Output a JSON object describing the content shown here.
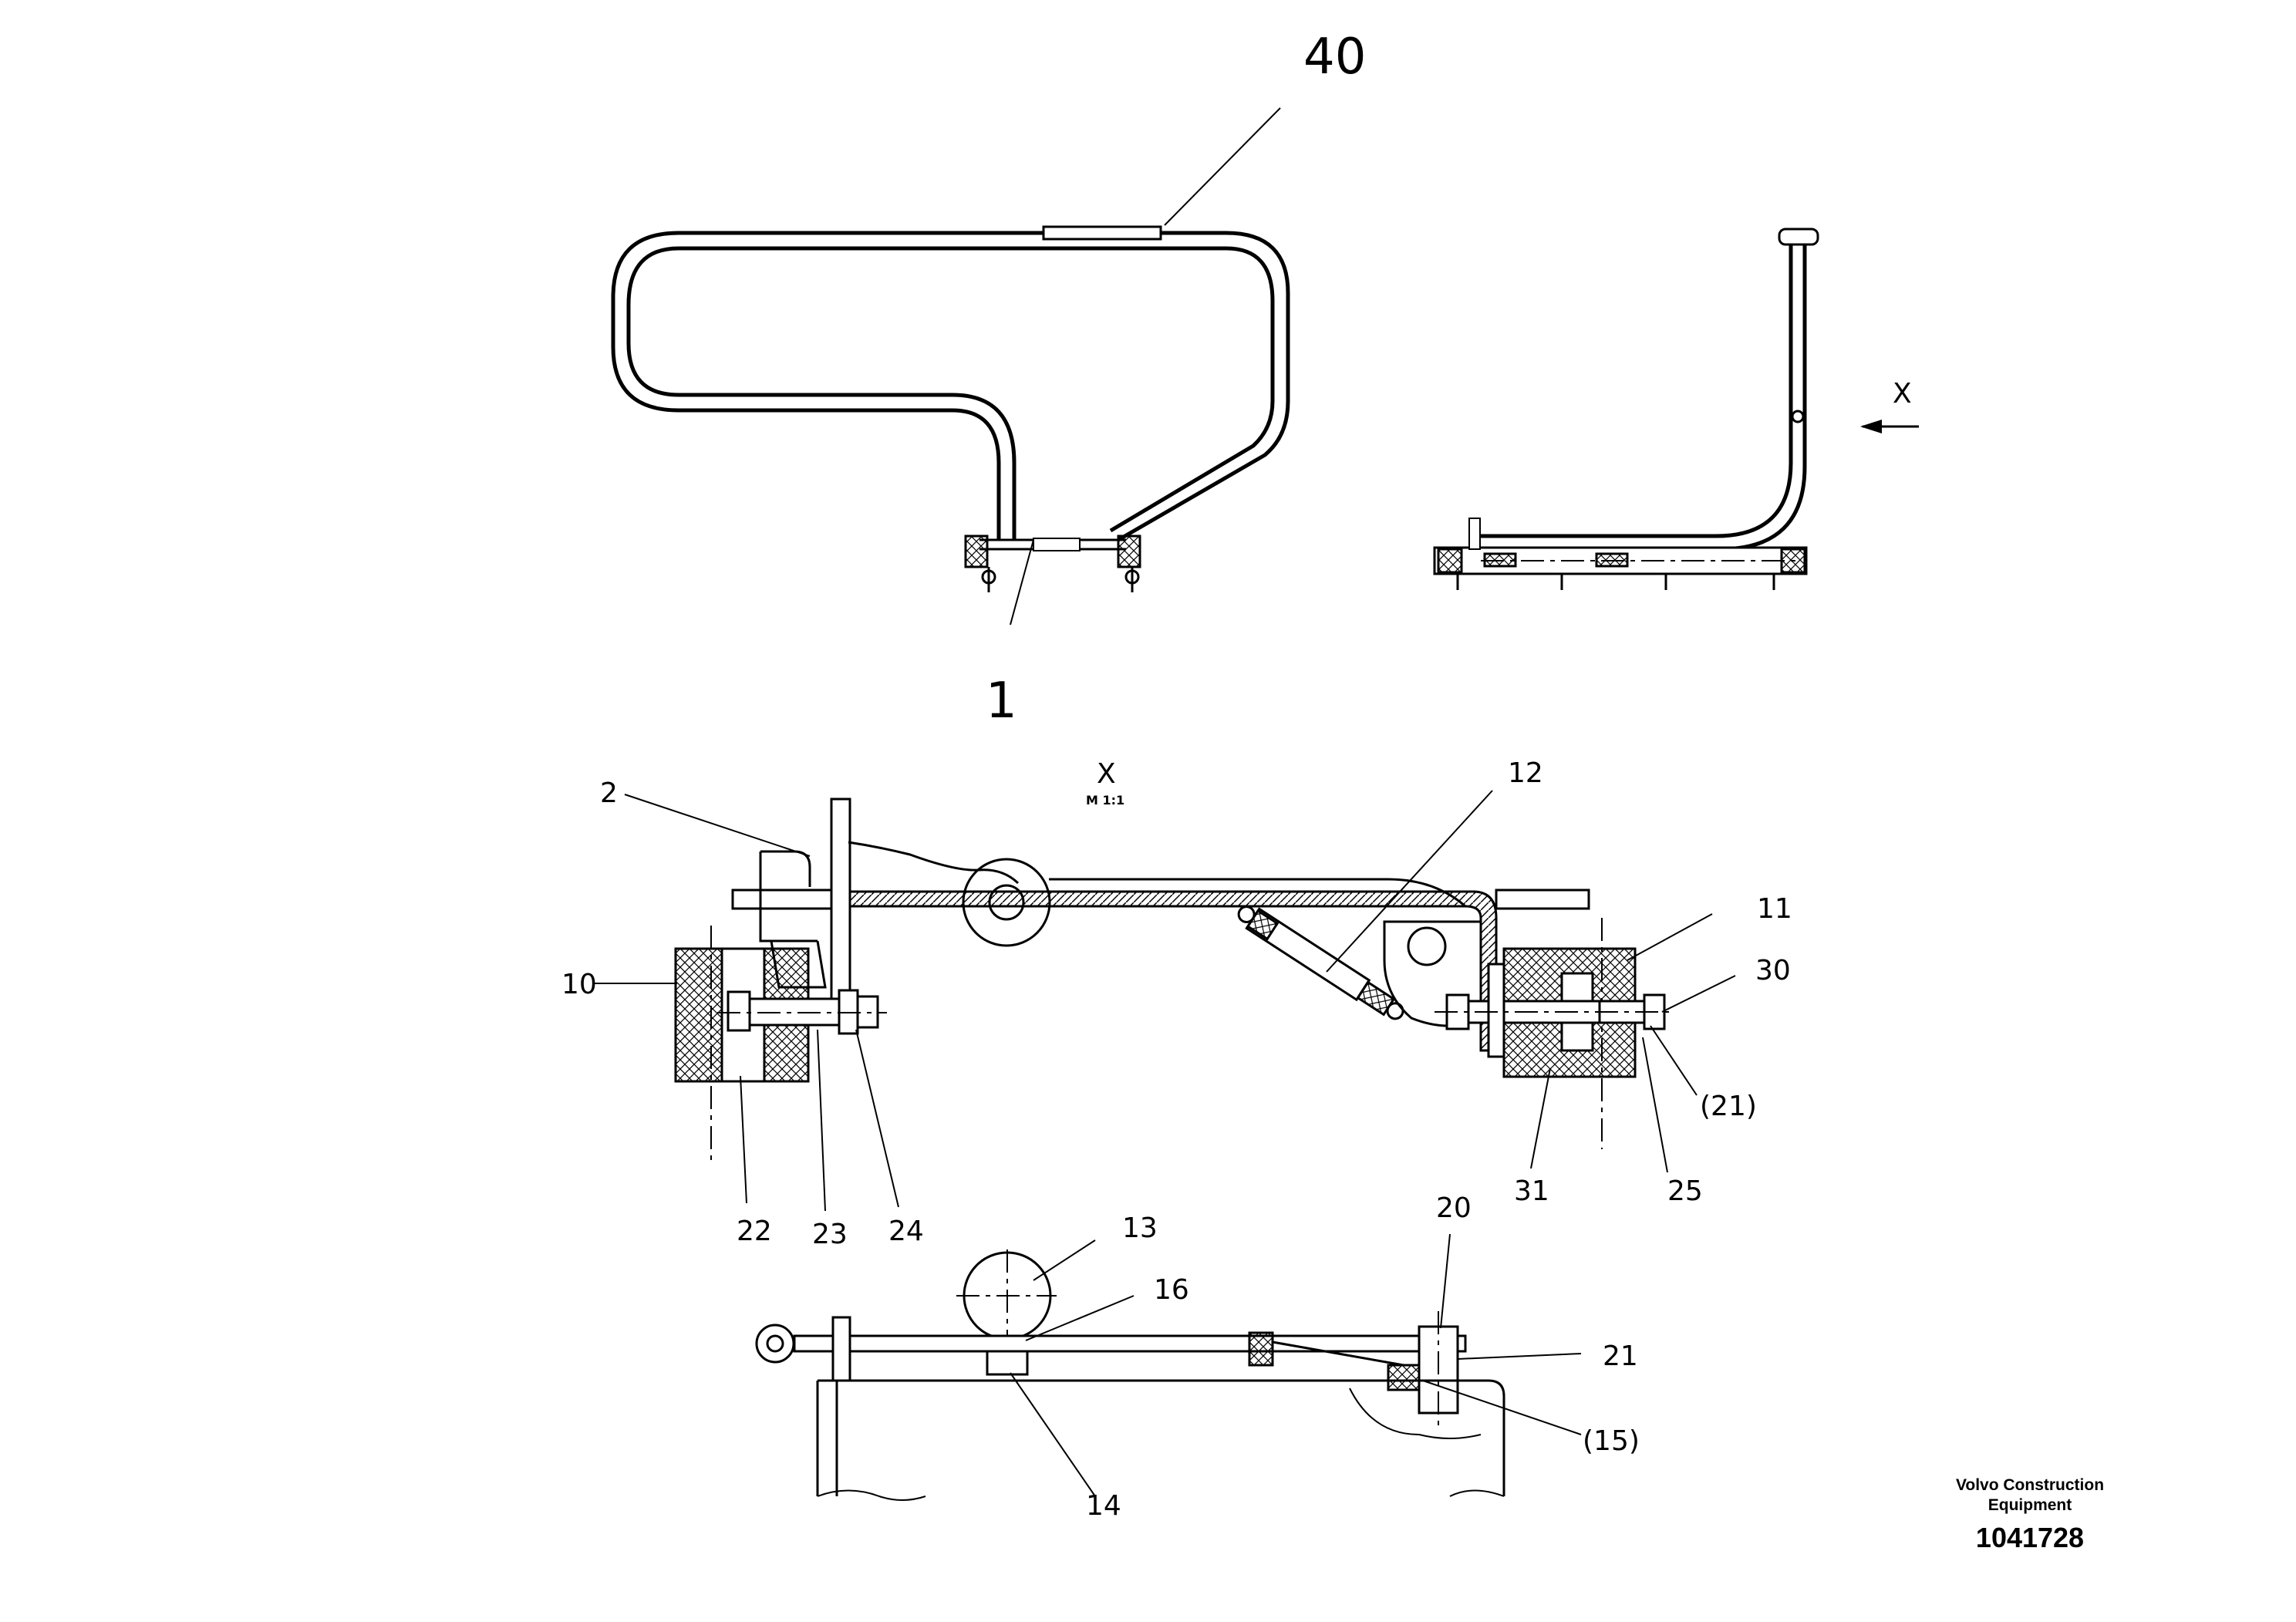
{
  "callouts": {
    "c40": "40",
    "c1": "1",
    "x_top": "X",
    "x_view": "X",
    "scale": "M 1:1",
    "c2": "2",
    "c12": "12",
    "c11": "11",
    "c10": "10",
    "c30": "30",
    "c21p": "(21)",
    "c22": "22",
    "c23": "23",
    "c24": "24",
    "c31": "31",
    "c25": "25",
    "c13": "13",
    "c16": "16",
    "c20": "20",
    "c21": "21",
    "c15p": "(15)",
    "c14": "14"
  },
  "titleblock": {
    "brand_line1": "Volvo Construction",
    "brand_line2": "Equipment",
    "doc_number": "1041728"
  }
}
